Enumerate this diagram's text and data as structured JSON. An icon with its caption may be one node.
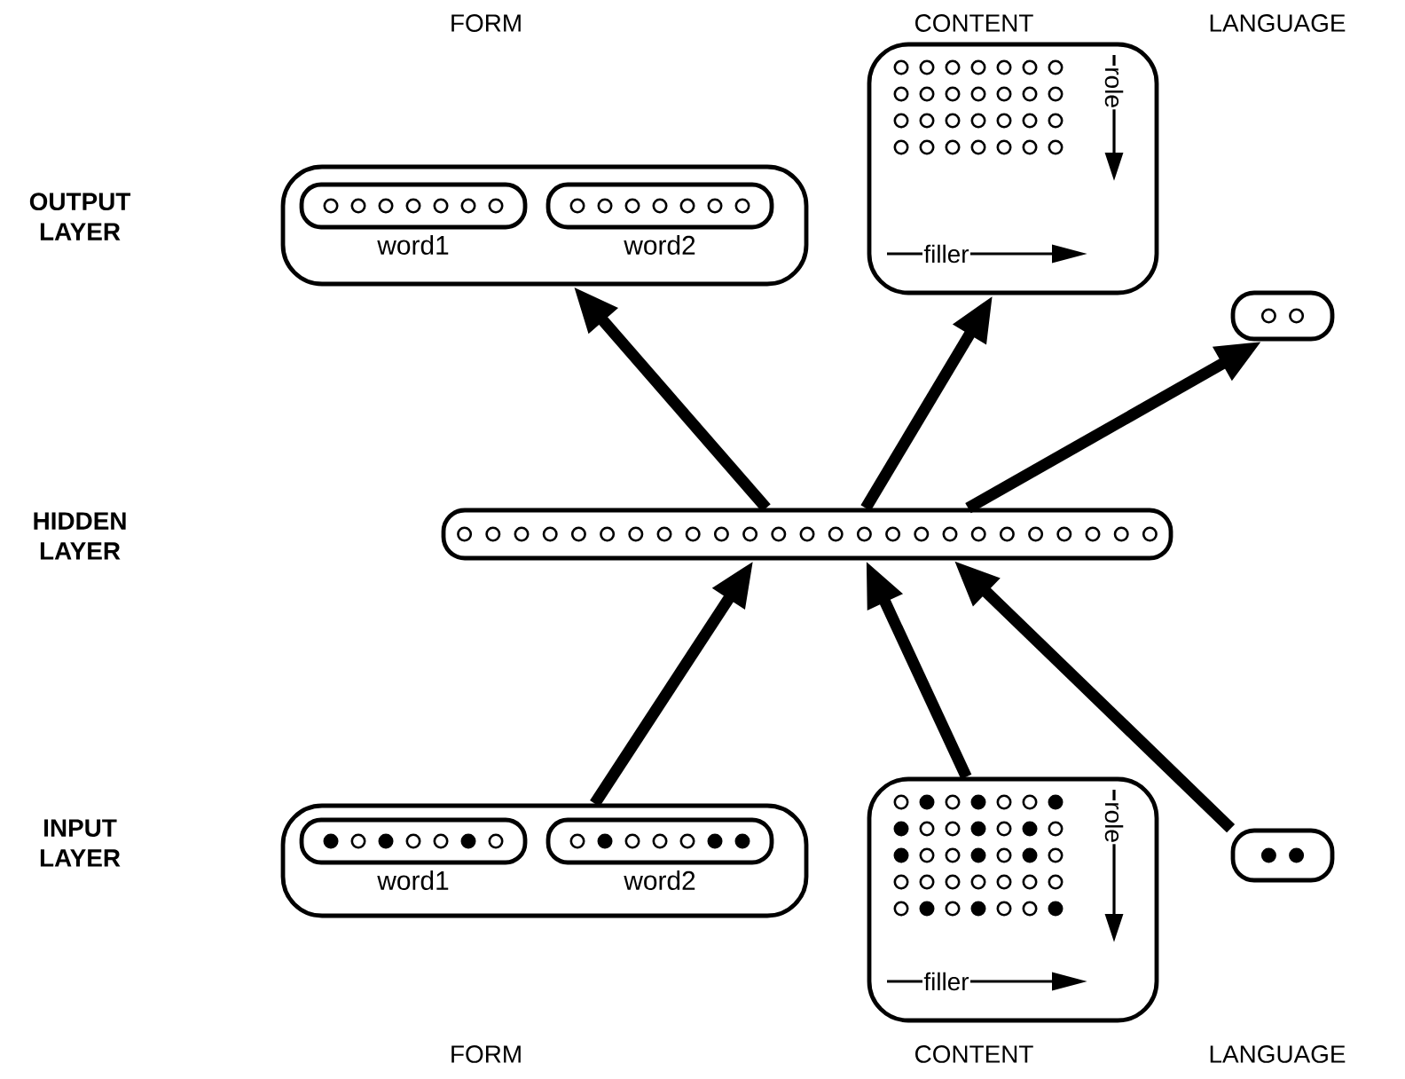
{
  "diagram": {
    "nodes": [
      {
        "text": [],
        "shape": "box"
      },
      {
        "text": [
          "word1"
        ],
        "in": 0
      },
      {
        "text": [
          "word2"
        ],
        "in": 0
      },
      {
        "text": [
          "role",
          "filler"
        ]
      },
      {
        "text": [],
        "shape": "box"
      },
      {
        "text": [],
        "shape": "box"
      },
      {
        "text": [],
        "shape": "box"
      },
      {
        "text": [
          "word1"
        ],
        "in": 6
      },
      {
        "text": [
          "word2"
        ],
        "in": 6
      },
      {
        "text": [
          "role",
          "filler"
        ]
      },
      {
        "text": [],
        "shape": "box"
      }
    ],
    "edges": [
      {
        "from": 5,
        "to": 0,
        "arrow": "to"
      },
      {
        "from": 5,
        "to": 3,
        "arrow": "to"
      },
      {
        "from": 5,
        "to": 4,
        "arrow": "to"
      },
      {
        "from": 6,
        "to": 5,
        "arrow": "to"
      },
      {
        "from": 9,
        "to": 5,
        "arrow": "to"
      },
      {
        "from": 10,
        "to": 5,
        "arrow": "to"
      }
    ],
    "labels": [
      "FORM",
      "CONTENT",
      "LANGUAGE",
      "OUTPUT LAYER",
      "HIDDEN LAYER",
      "INPUT LAYER",
      "FORM",
      "CONTENT",
      "LANGUAGE"
    ]
  }
}
